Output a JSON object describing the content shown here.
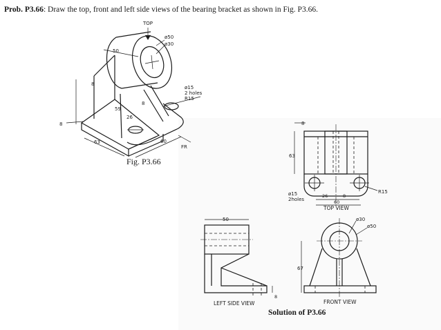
{
  "problem": {
    "label": "Prob. P3.66",
    "statement": ": Draw the top, front and left side views of the bearing bracket as shown in Fig. P3.66."
  },
  "figure": {
    "caption": "Fig. P3.66",
    "direction_top": "TOP",
    "direction_front": "FR",
    "dims": {
      "d50": "ø50",
      "d30": "ø30",
      "len50": "50",
      "rib8_a": "8",
      "rib8_b": "8",
      "hole15": "ø15",
      "holes_count": "2 holes",
      "r15": "R15",
      "h59": "59",
      "w26": "26",
      "b8": "8",
      "d63": "63",
      "d60": "60"
    }
  },
  "top_view": {
    "label": "TOP VIEW",
    "dims": {
      "t8": "8",
      "d63": "63",
      "hole15": "ø15",
      "holes_count": "2holes",
      "d26": "26",
      "d8": "8",
      "d60": "60",
      "r15": "R15"
    }
  },
  "front_view": {
    "label": "FRONT VIEW",
    "dims": {
      "d30": "ø30",
      "d50": "ø50",
      "h67": "67"
    }
  },
  "side_view": {
    "label": "LEFT SIDE VIEW",
    "dims": {
      "d50": "50",
      "b8": "8"
    }
  },
  "solution_caption": "Solution of P3.66"
}
